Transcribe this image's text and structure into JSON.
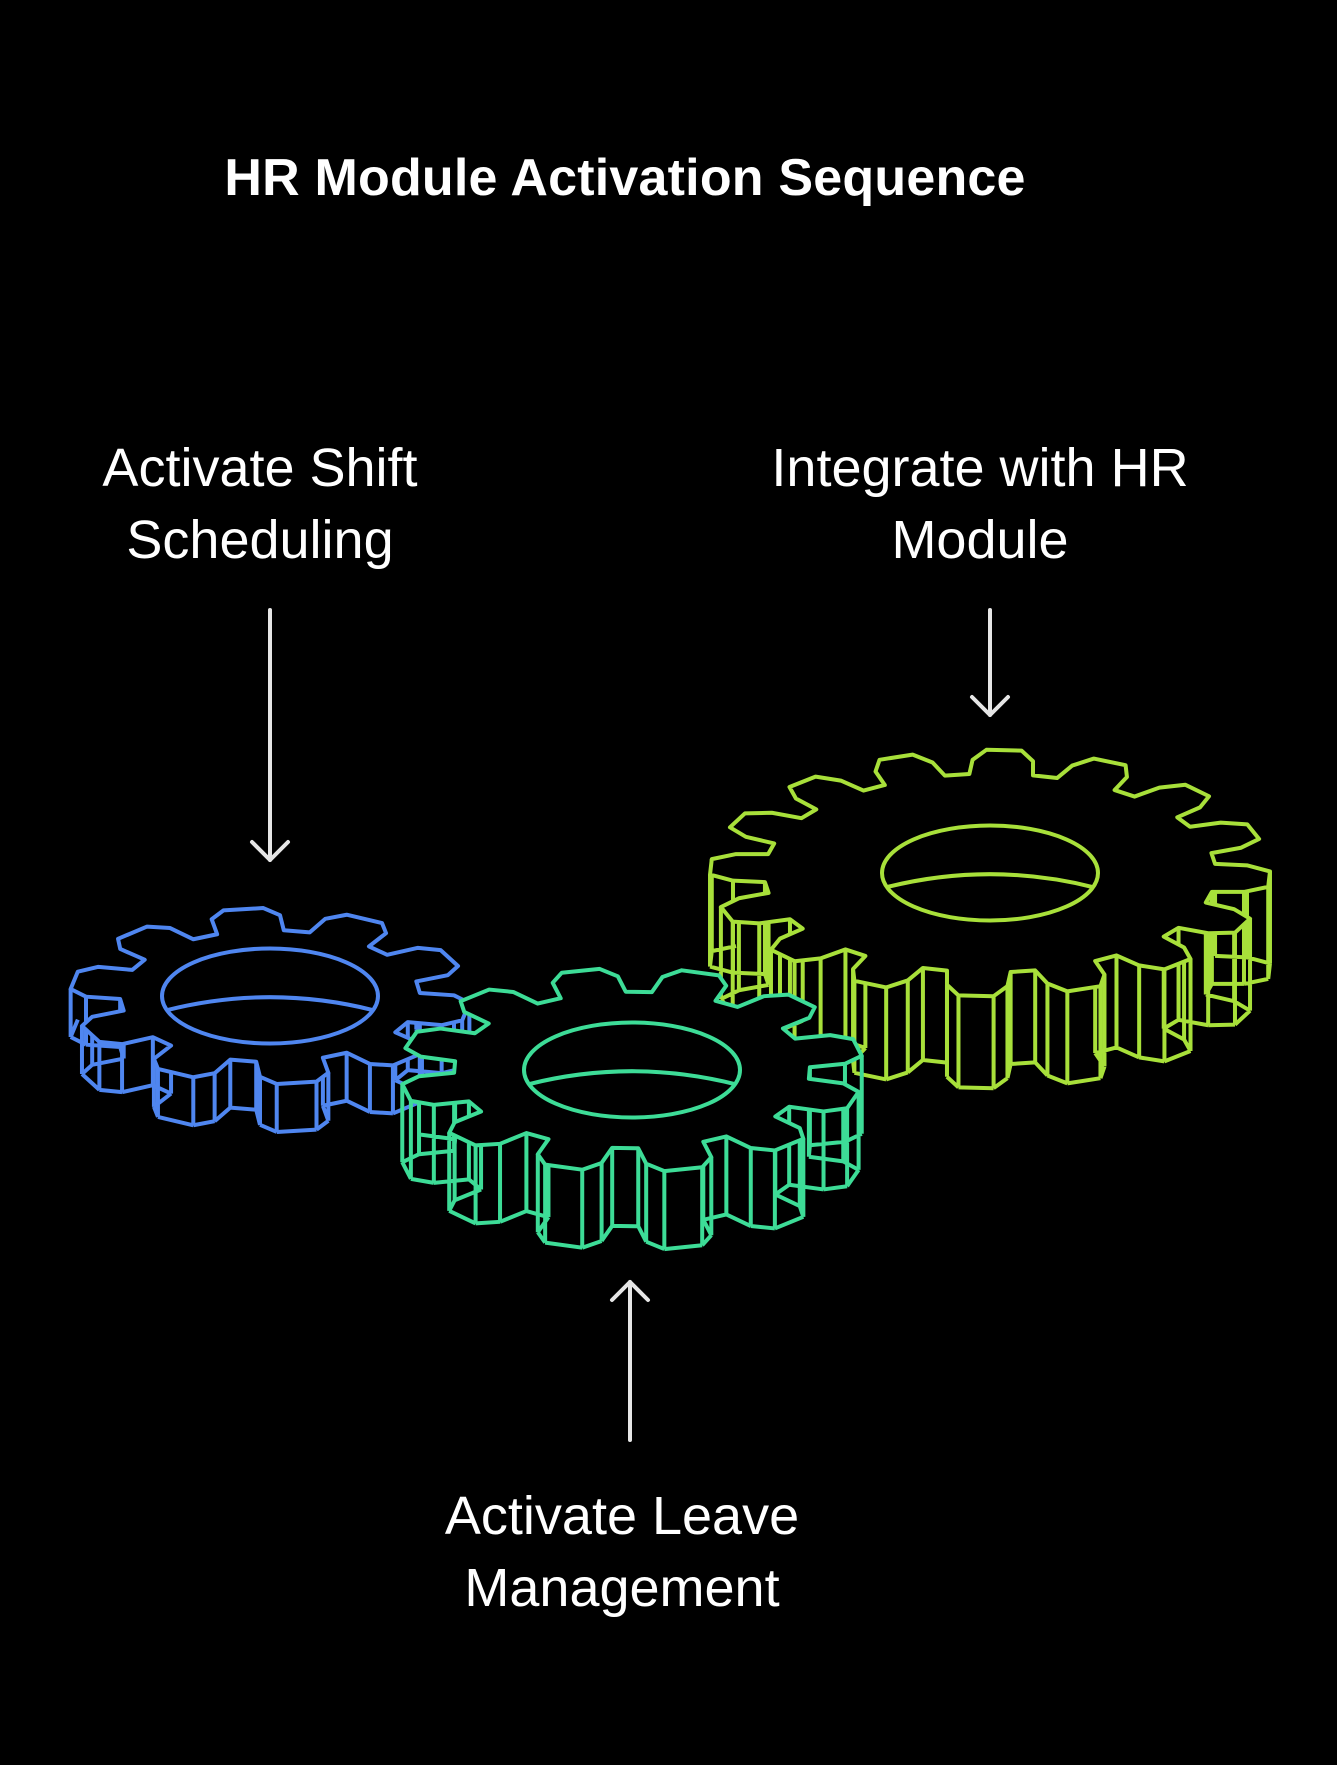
{
  "title": "HR Module Activation Sequence",
  "labels": {
    "shift": [
      "Activate Shift",
      "Scheduling"
    ],
    "hr": [
      "Integrate with HR",
      "Module"
    ],
    "leave": [
      "Activate Leave",
      "Management"
    ]
  },
  "colors": {
    "background": "#000000",
    "text": "#ffffff",
    "arrow": "#e6e6e6",
    "gear_blue": "#4f86f0",
    "gear_green": "#3ddc97",
    "gear_lime": "#a8e03a"
  },
  "gears": [
    {
      "name": "gear-blue-icon",
      "color_key": "gear_blue",
      "teeth": 10
    },
    {
      "name": "gear-lime-icon",
      "color_key": "gear_lime",
      "teeth": 16
    },
    {
      "name": "gear-green-icon",
      "color_key": "gear_green",
      "teeth": 12
    }
  ]
}
